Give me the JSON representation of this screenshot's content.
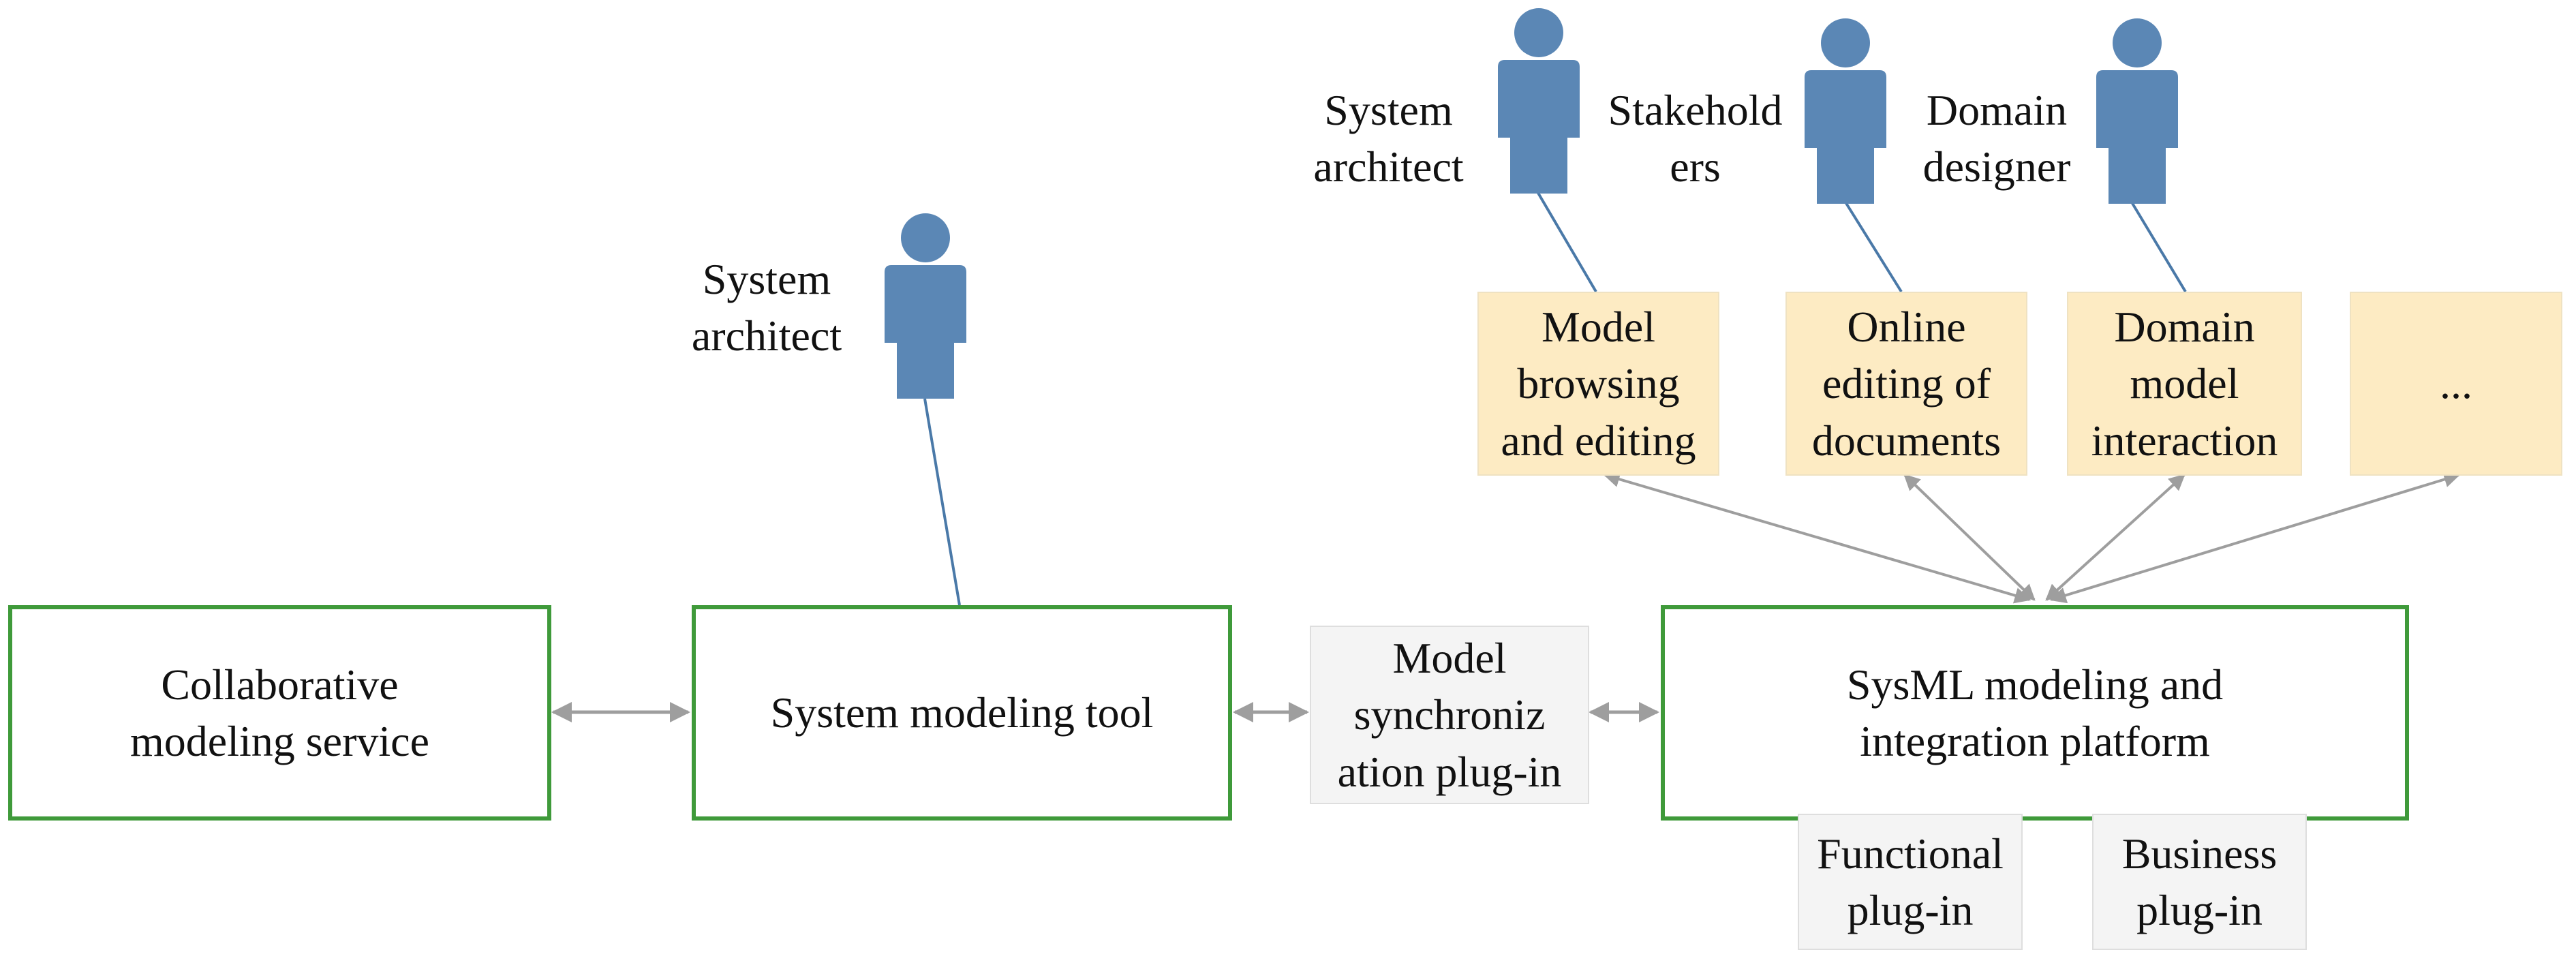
{
  "nodes": {
    "collab": [
      "Collaborative",
      "modeling service"
    ],
    "tool": [
      "System modeling tool"
    ],
    "sync": [
      "Model",
      "synchroniz",
      "ation plug-in"
    ],
    "platform": [
      "SysML modeling and",
      "integration platform"
    ],
    "functional": [
      "Functional",
      "plug-in"
    ],
    "business": [
      "Business",
      "plug-in"
    ],
    "browse": [
      "Model",
      "browsing",
      "and editing"
    ],
    "online": [
      "Online",
      "editing of",
      "documents"
    ],
    "domain_model": [
      "Domain",
      "model",
      "interaction"
    ],
    "more": [
      "..."
    ]
  },
  "actors": {
    "architect_main": [
      "System",
      "architect"
    ],
    "architect_top": [
      "System",
      "architect"
    ],
    "stakeholders": [
      "Stakehold",
      "ers"
    ],
    "domain_designer": [
      "Domain",
      "designer"
    ]
  },
  "colors": {
    "module_border": "#3f9a3a",
    "function_fill": "#fdebc3",
    "plugin_fill": "#f4f4f4",
    "person": "#5b87b5",
    "arrow": "#9e9e9e"
  }
}
